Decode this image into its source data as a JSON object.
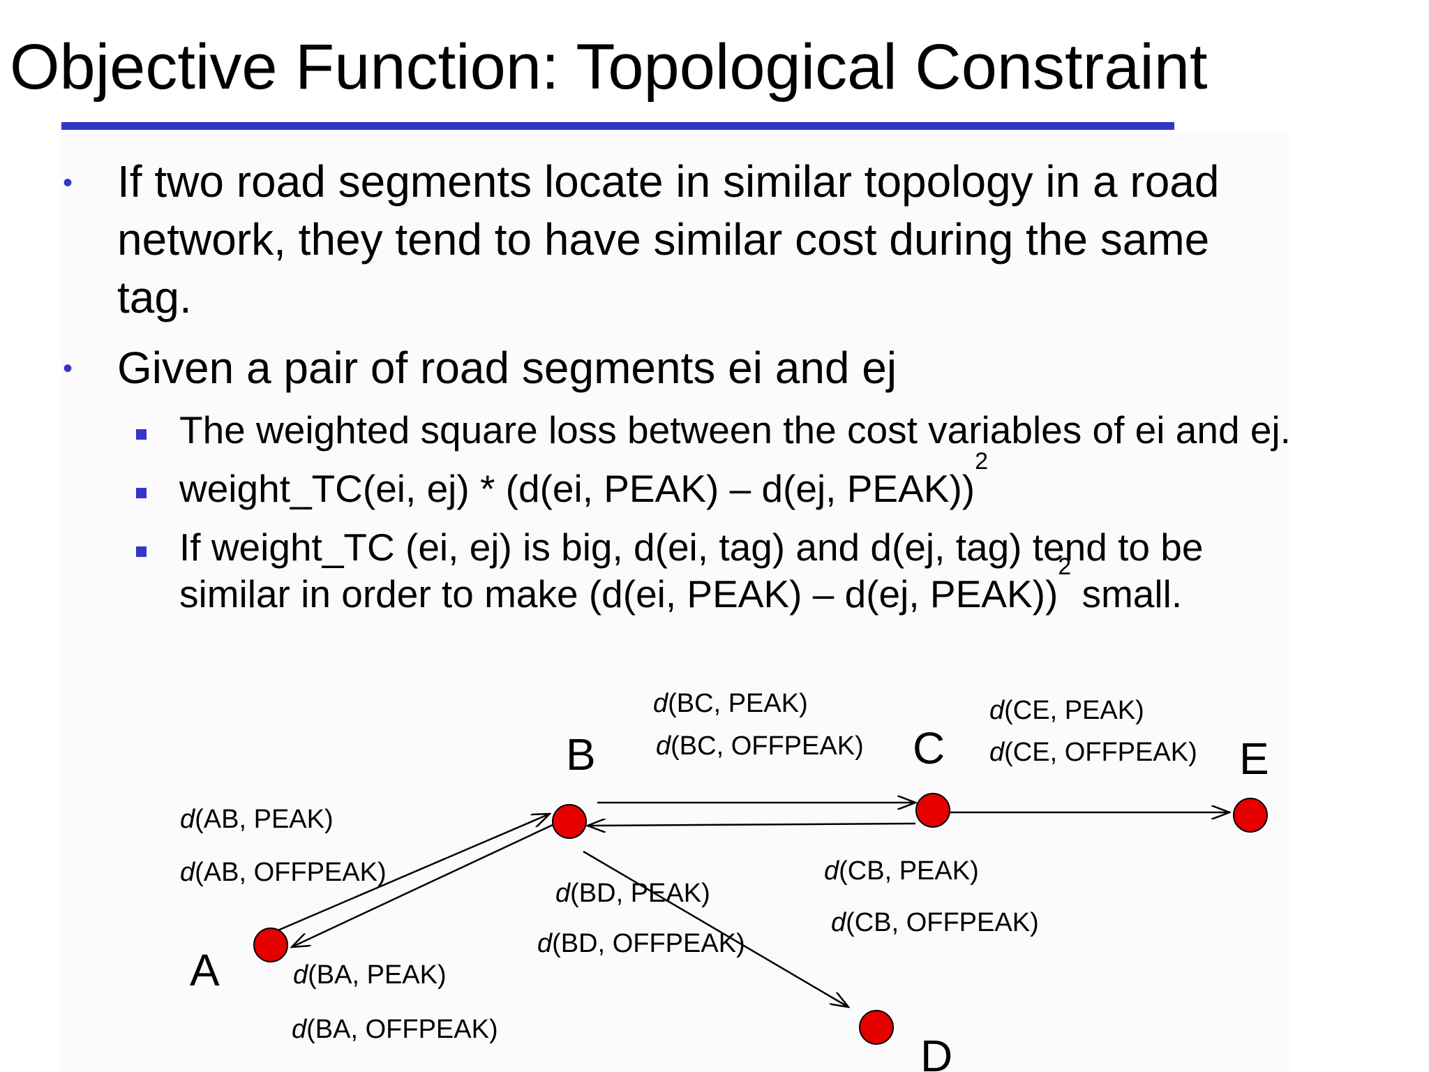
{
  "slide": {
    "title": "Objective Function: Topological Constraint",
    "bullets": [
      {
        "lines": [
          "If two road segments locate in similar topology in a road",
          "network, they tend to have similar cost during the same",
          "tag."
        ]
      },
      {
        "lines": [
          "Given a pair of road segments ei and ej"
        ],
        "sub_bullets": [
          {
            "lines": [
              "The weighted square loss between the cost variables of ei and ej."
            ]
          },
          {
            "text": "weight_TC(ei, ej) * (d(ei, PEAK) – d(ej, PEAK))",
            "superscript": "2"
          },
          {
            "line1": "If weight_TC (ei, ej) is big, d(ei, tag) and d(ej, tag) tend to be",
            "line2_before": "similar in order to make (d(ei, PEAK) – d(ej, PEAK))",
            "line2_superscript": "2",
            "line2_after": " small."
          }
        ]
      }
    ]
  },
  "diagram": {
    "node_color": "#e60000",
    "nodes": [
      "A",
      "B",
      "C",
      "D",
      "E"
    ],
    "edges": [
      {
        "from": "A",
        "to": "B",
        "labels": [
          "(AB, PEAK)",
          "(AB, OFFPEAK)"
        ]
      },
      {
        "from": "B",
        "to": "A",
        "labels": [
          "(BA, PEAK)",
          "(BA, OFFPEAK)"
        ]
      },
      {
        "from": "B",
        "to": "C",
        "labels": [
          "(BC, PEAK)",
          "(BC, OFFPEAK)"
        ]
      },
      {
        "from": "C",
        "to": "B",
        "labels": [
          "(CB, PEAK)",
          "(CB, OFFPEAK)"
        ]
      },
      {
        "from": "B",
        "to": "D",
        "labels": [
          "(BD, PEAK)",
          "(BD, OFFPEAK)"
        ]
      },
      {
        "from": "C",
        "to": "E",
        "labels": [
          "(CE, PEAK)",
          "(CE, OFFPEAK)"
        ]
      }
    ],
    "label_function": "d"
  },
  "colors": {
    "accent": "#3535c6",
    "node": "#e60000"
  }
}
